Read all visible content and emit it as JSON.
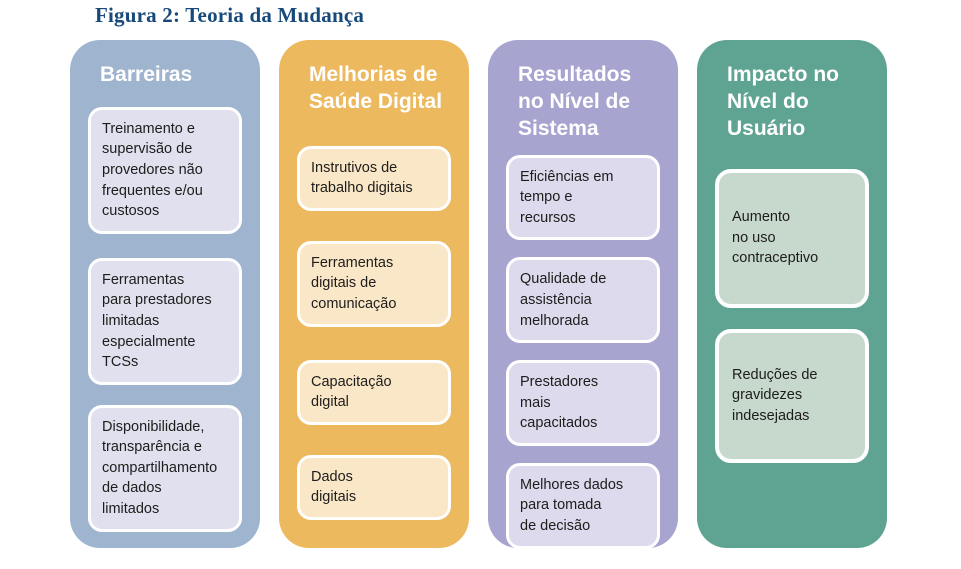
{
  "title": "Figura 2: Teoria da Mudança",
  "title_color": "#17497B",
  "box_text_color": "#1d1d1b",
  "header_text_color": "#ffffff",
  "columns": [
    {
      "id": "barreiras",
      "header": "Barreiras",
      "band_color": "#9FB4CE",
      "box_color": "#E0E0EF",
      "items": [
        "Treinamento e\nsupervisão de\nprovedores não\nfrequentes e/ou\ncustosos",
        "Ferramentas\npara prestadores\nlimitadas\nespecialmente\nTCSs",
        "Disponibilidade,\ntransparência e\ncompartilhamento\nde dados\nlimitados"
      ]
    },
    {
      "id": "melhorias-de-saude-digital",
      "header": "Melhorias de\nSaúde Digital",
      "band_color": "#EDB95E",
      "box_color": "#FAE7C8",
      "items": [
        "Instrutivos de\ntrabalho digitais",
        "Ferramentas\ndigitais de\ncomunicação",
        "Capacitação\ndigital",
        "Dados\ndigitais"
      ]
    },
    {
      "id": "resultados-no-nivel-de-sistema",
      "header": "Resultados\nno Nível de\nSistema",
      "band_color": "#A7A4D0",
      "box_color": "#DCDAEC",
      "items": [
        "Eficiências em\ntempo e\nrecursos",
        "Qualidade de\nassistência\nmelhorada",
        "Prestadores\nmais\ncapacitados",
        "Melhores dados\npara tomada\nde decisão"
      ]
    },
    {
      "id": "impacto-no-nivel-do-usuario",
      "header": "Impacto no\nNível do\nUsuário",
      "band_color": "#5FA492",
      "box_color": "#C7D8CD",
      "items": [
        "Aumento\nno uso\ncontraceptivo",
        "Reduções de\ngravidezes\nindesejadas"
      ]
    }
  ]
}
